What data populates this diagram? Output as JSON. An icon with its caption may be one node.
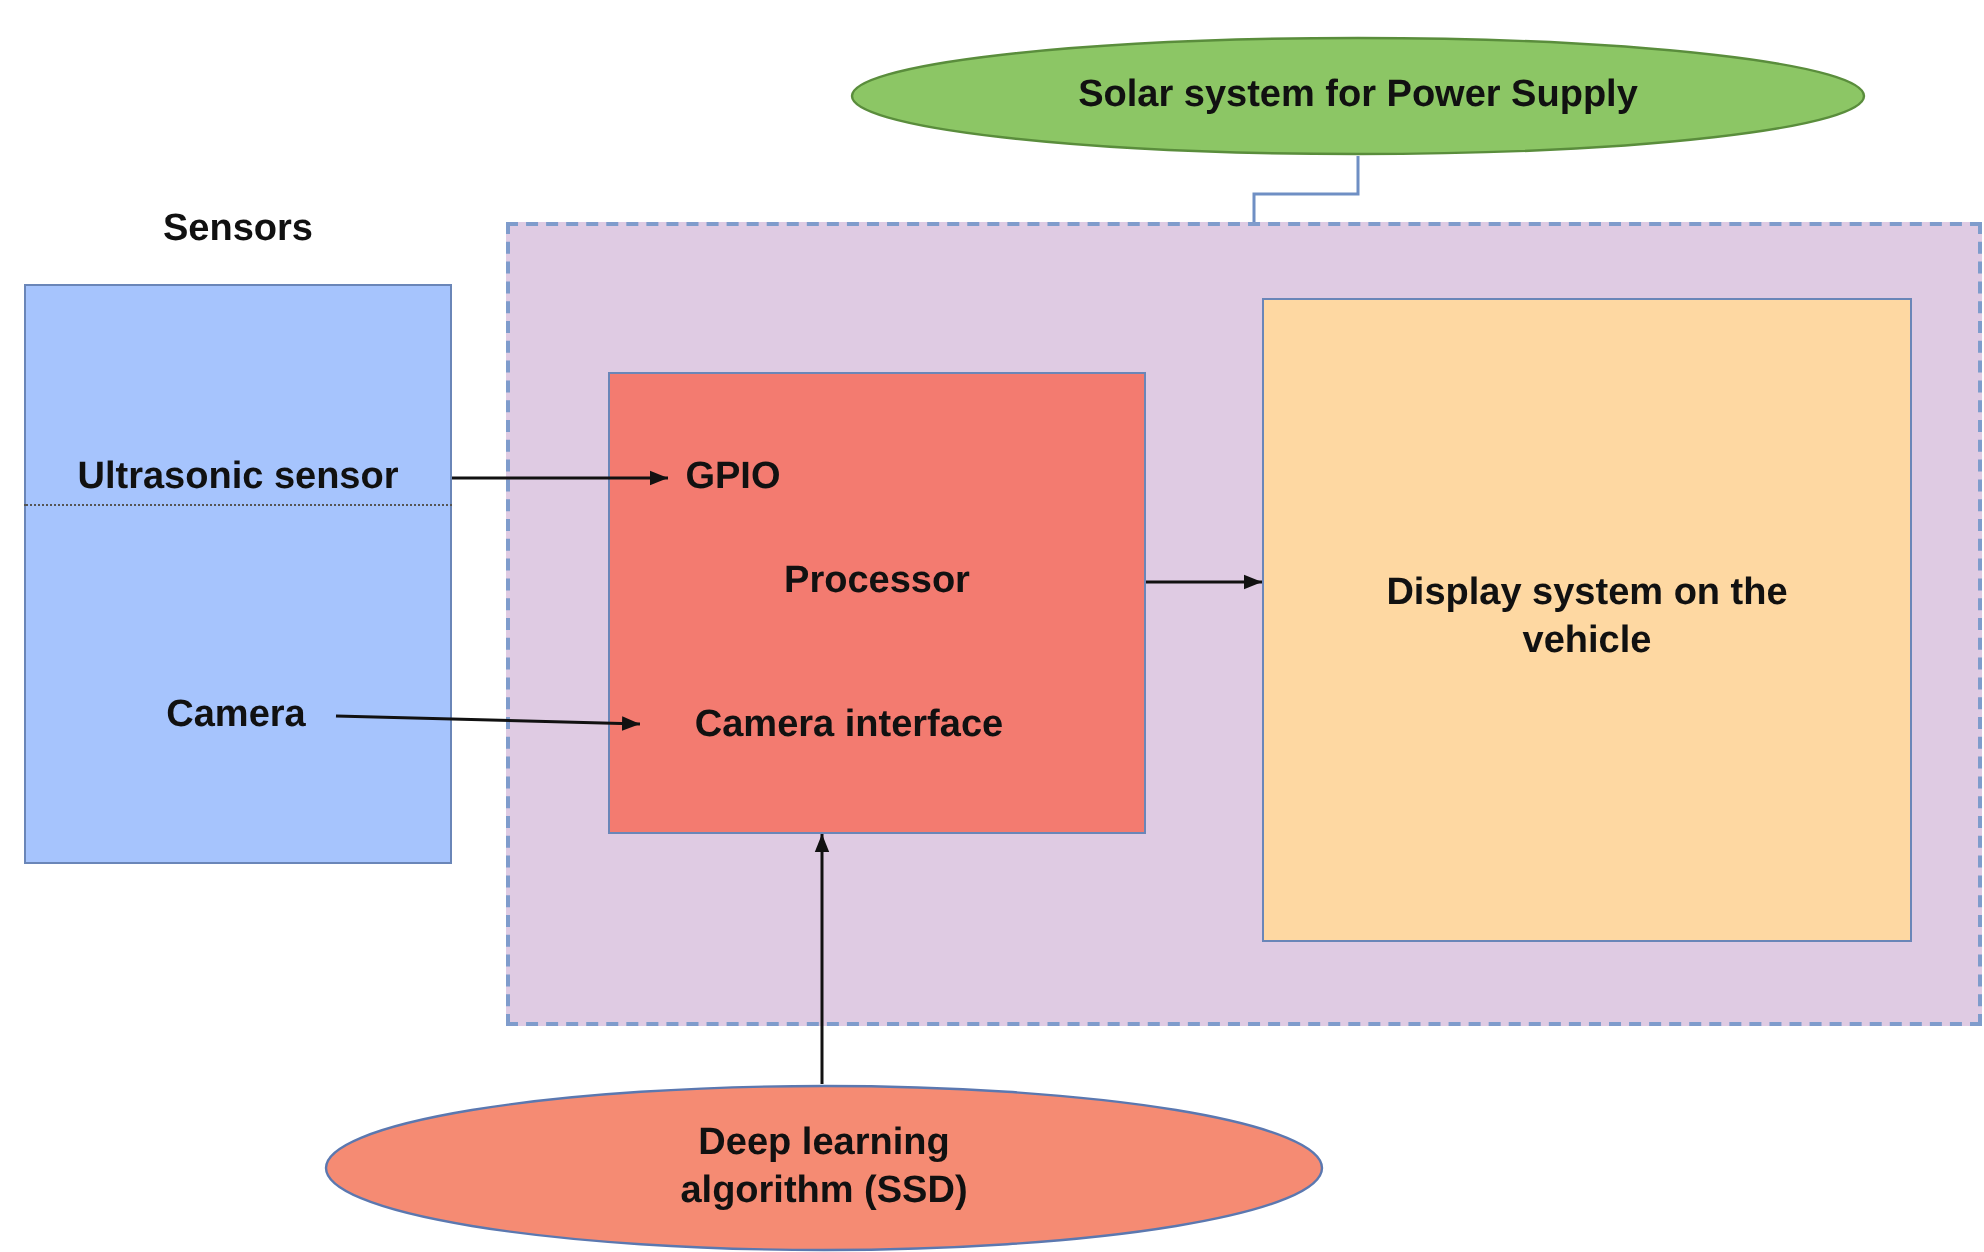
{
  "diagram": {
    "nodes": [
      {
        "text": [
          "Solar system for Power Supply"
        ]
      },
      {
        "text": [
          "Sensors"
        ]
      },
      {
        "text": [
          "Ultrasonic sensor"
        ],
        "in": 1
      },
      {
        "text": [
          "Camera"
        ],
        "in": 1
      },
      {
        "text": [],
        "shape": "box"
      },
      {
        "text": [
          "Processor"
        ],
        "in": 4
      },
      {
        "text": [
          "GPIO"
        ],
        "in": 5
      },
      {
        "text": [
          "Camera interface"
        ],
        "in": 5
      },
      {
        "text": [
          "Display system on the vehicle"
        ],
        "in": 4
      },
      {
        "text": [
          "Deep learning algorithm (SSD)"
        ]
      }
    ],
    "edges": [
      {
        "from": 2,
        "to": 6,
        "arrow": "to"
      },
      {
        "from": 3,
        "to": 7,
        "arrow": "to"
      },
      {
        "from": 5,
        "to": 8,
        "arrow": "to"
      },
      {
        "from": 9,
        "to": 5,
        "arrow": "to"
      },
      {
        "from": 0,
        "to": 4,
        "arrow": "none",
        "color": "#6f8fc4"
      }
    ]
  }
}
